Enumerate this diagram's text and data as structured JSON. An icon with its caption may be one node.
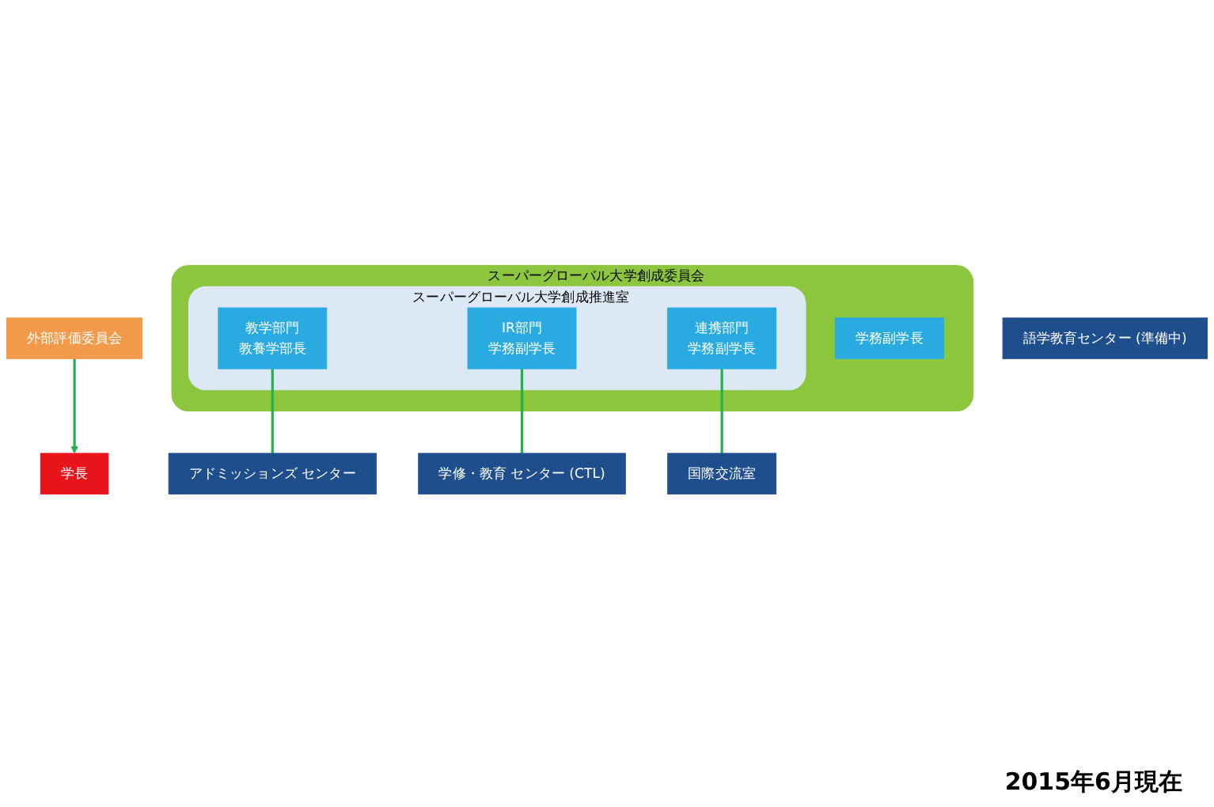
{
  "diagram": {
    "nodes": [
      {
        "text": [
          "学長"
        ]
      },
      {
        "text": [
          "外部評価委員会"
        ]
      },
      {
        "text": [
          "スーパーグローバル大学創成委員会"
        ]
      },
      {
        "text": [
          "学務副学長"
        ],
        "in": 2
      },
      {
        "text": [
          "スーパーグローバル大学創成推進室"
        ],
        "in": 2
      },
      {
        "text": [
          "教学部門",
          "教養学部長"
        ],
        "in": 4
      },
      {
        "text": [
          "IR部門",
          "学務副学長"
        ],
        "in": 4
      },
      {
        "text": [
          "連携部門",
          "学務副学長"
        ],
        "in": 4
      },
      {
        "text": [
          "アドミッションズ センター"
        ]
      },
      {
        "text": [
          "語学教育センター (準備中)"
        ]
      },
      {
        "text": [
          "学修・教育 センター (CTL)"
        ]
      },
      {
        "text": [
          "国際交流室"
        ]
      }
    ],
    "edges": [
      {
        "from": 1,
        "to": 0,
        "arrow": "to",
        "color": "#22b24c"
      },
      {
        "from": 5,
        "to": 8,
        "arrow": "none",
        "color": "#22b24c"
      },
      {
        "from": 6,
        "to": 10,
        "arrow": "none",
        "color": "#22b24c"
      },
      {
        "from": 7,
        "to": 11,
        "arrow": "none",
        "color": "#22b24c"
      }
    ],
    "labels": [
      "2015年6月現在"
    ]
  }
}
